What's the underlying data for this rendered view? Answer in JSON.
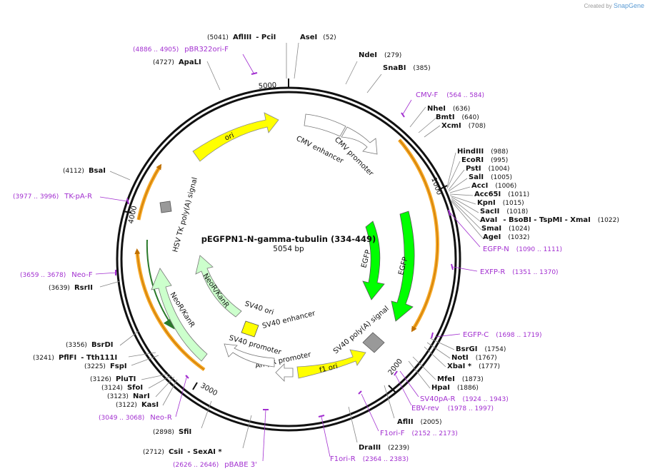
{
  "credit": {
    "prefix": "Created by",
    "brand": "SnapGene"
  },
  "center": {
    "title": "pEGFPN1-N-gamma-tubulin (334-449)",
    "size": "5054 bp"
  },
  "ticks": [
    "5000",
    "1000",
    "2000",
    "3000",
    "4000"
  ],
  "enzymes": [
    {
      "pos": "(5041)",
      "name": "AflIII",
      "extra": "- PciI"
    },
    {
      "name": "AseI",
      "pos": "(52)"
    },
    {
      "name": "NdeI",
      "pos": "(279)"
    },
    {
      "name": "SnaBI",
      "pos": "(385)"
    },
    {
      "name": "NheI",
      "pos": "(636)"
    },
    {
      "name": "BmtI",
      "pos": "(640)"
    },
    {
      "name": "XcmI",
      "pos": "(708)"
    },
    {
      "name": "HindIII",
      "pos": "(988)"
    },
    {
      "name": "EcoRI",
      "pos": "(995)"
    },
    {
      "name": "PstI",
      "pos": "(1004)"
    },
    {
      "name": "SalI",
      "pos": "(1005)"
    },
    {
      "name": "AccI",
      "pos": "(1006)"
    },
    {
      "name": "Acc65I",
      "pos": "(1011)"
    },
    {
      "name": "KpnI",
      "pos": "(1015)"
    },
    {
      "name": "SacII",
      "pos": "(1018)"
    },
    {
      "name": "AvaI",
      "pos": "",
      "extra": "- BsoBI    - TspMI    - XmaI",
      "extra_pos": "(1022)"
    },
    {
      "name": "SmaI",
      "pos": "(1024)"
    },
    {
      "name": "AgeI",
      "pos": "(1032)"
    },
    {
      "name": "BsrGI",
      "pos": "(1754)"
    },
    {
      "name": "NotI",
      "pos": "(1767)"
    },
    {
      "name": "XbaI *",
      "pos": "(1777)"
    },
    {
      "name": "MfeI",
      "pos": "(1873)"
    },
    {
      "name": "HpaI",
      "pos": "(1886)"
    },
    {
      "name": "AflII",
      "pos": "(2005)"
    },
    {
      "name": "DraIII",
      "pos": "(2239)"
    },
    {
      "pos": "(2712)",
      "name": "CsiI",
      "extra": "- SexAI *"
    },
    {
      "pos": "(2898)",
      "name": "SfiI"
    },
    {
      "pos": "(3122)",
      "name": "KasI"
    },
    {
      "pos": "(3123)",
      "name": "NarI"
    },
    {
      "pos": "(3124)",
      "name": "SfoI"
    },
    {
      "pos": "(3126)",
      "name": "PluTI"
    },
    {
      "pos": "(3225)",
      "name": "FspI"
    },
    {
      "pos": "(3241)",
      "name": "PflFI",
      "extra": "- Tth111I"
    },
    {
      "pos": "(3356)",
      "name": "BsrDI"
    },
    {
      "pos": "(3639)",
      "name": "RsrII"
    },
    {
      "pos": "(4112)",
      "name": "BsaI"
    },
    {
      "pos": "(4727)",
      "name": "ApaLI"
    }
  ],
  "primers": [
    {
      "pos": "(4886 .. 4905)",
      "name": "pBR322ori-F"
    },
    {
      "name": "CMV-F",
      "pos": "(564 .. 584)"
    },
    {
      "name": "EGFP-N",
      "pos": "(1090 .. 1111)"
    },
    {
      "name": "EXFP-R",
      "pos": "(1351 .. 1370)"
    },
    {
      "name": "EGFP-C",
      "pos": "(1698 .. 1719)"
    },
    {
      "name": "SV40pA-R",
      "pos": "(1924 .. 1943)"
    },
    {
      "name": "EBV-rev",
      "pos": "(1978 .. 1997)"
    },
    {
      "name": "F1ori-F",
      "pos": "(2152 .. 2173)"
    },
    {
      "name": "F1ori-R",
      "pos": "(2364 .. 2383)"
    },
    {
      "pos": "(2626 .. 2646)",
      "name": "pBABE 3'"
    },
    {
      "pos": "(3049 .. 3068)",
      "name": "Neo-R"
    },
    {
      "pos": "(3659 .. 3678)",
      "name": "Neo-F"
    },
    {
      "pos": "(3977 .. 3996)",
      "name": "TK-pA-R"
    }
  ],
  "features": {
    "ori": "ori",
    "cmv_enhancer": "CMV enhancer",
    "cmv_promoter": "CMV promoter",
    "egfp_inner": "EGFP",
    "egfp_outer": "EGFP",
    "sv40_polya": "SV40 poly(A) signal",
    "f1_ori": "f1 ori",
    "ampr_promoter": "AmpR promoter",
    "sv40_promoter": "SV40 promoter",
    "sv40_ori": "SV40 ori",
    "sv40_enhancer": "SV40 enhancer",
    "neokanr_inner": "NeoR/KanR",
    "neokanr_outer": "NeoR/KanR",
    "hsv_tk": "HSV TK poly(A) signal"
  },
  "colors": {
    "primer": "#a22fd0",
    "ori": "#ffff00",
    "egfp": "#00ff00",
    "neor": "#ccffcc",
    "orf_band": "#f5a623",
    "backbone": "#111111",
    "terminator": "#999999"
  }
}
